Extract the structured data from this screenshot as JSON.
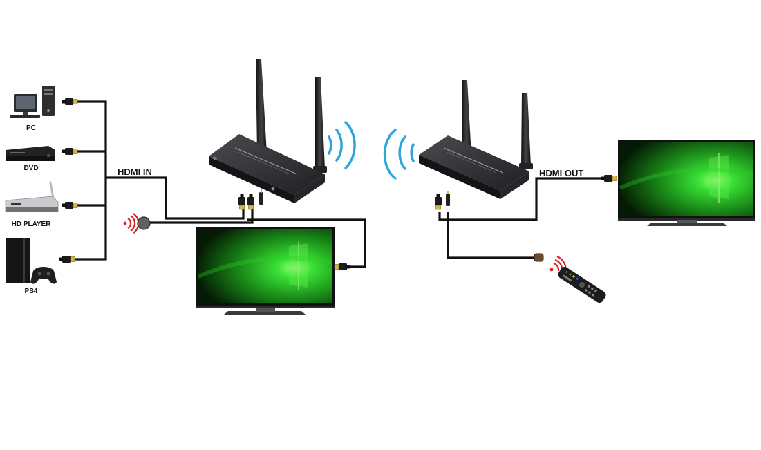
{
  "sources": [
    {
      "id": "pc",
      "label": "PC"
    },
    {
      "id": "dvd",
      "label": "DVD"
    },
    {
      "id": "hd-player",
      "label": "HD PLAYER"
    },
    {
      "id": "ps4",
      "label": "PS4"
    }
  ],
  "labels": {
    "hdmi_in": "HDMI IN",
    "hdmi_out": "HDMI OUT"
  },
  "colors": {
    "cable": "#111111",
    "device_body": "#2a2a2e",
    "screen_glow": "#39e035",
    "wifi_signal": "#2aa5dc",
    "ir_signal": "#d81f1f",
    "hdmi_tip": "#d8b640"
  },
  "icons": [
    "pc-icon",
    "dvd-player-icon",
    "hd-player-icon",
    "ps4-icon",
    "transmitter-icon",
    "receiver-icon",
    "tv-icon",
    "wifi-signal-icon",
    "ir-sensor-icon",
    "ir-signal-icon",
    "remote-control-icon",
    "hdmi-plug-icon"
  ]
}
